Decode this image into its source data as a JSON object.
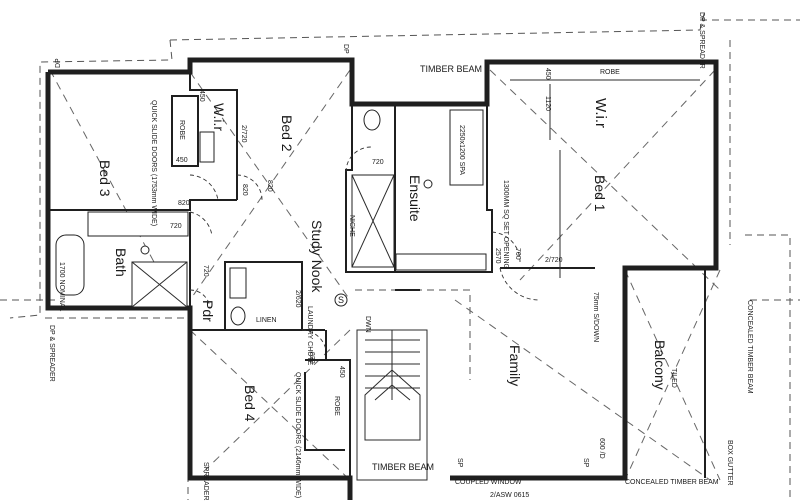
{
  "rooms": {
    "bed3": "Bed 3",
    "bed2": "Bed 2",
    "wir_small": "W.i.r",
    "bath": "Bath",
    "ensuite": "Ensuite",
    "bed1": "Bed 1",
    "wir_large": "W.i.r",
    "study_nook": "Study Nook",
    "pdr": "Pdr",
    "bed4": "Bed 4",
    "family": "Family",
    "balcony": "Balcony",
    "tiled": "TILED"
  },
  "labels": {
    "timber_beam_top": "TIMBER BEAM",
    "timber_beam_bottom": "TIMBER BEAM",
    "robe_top": "ROBE",
    "robe_bed3": "ROBE",
    "robe_bed4": "ROBE",
    "quick_slide_bed3": "QUICK SLIDE DOORS (1753mm WIDE)",
    "quick_slide_bed4": "QUICK SLIDE DOORS (2146mm WIDE)",
    "spa": "2250x1200 SPA",
    "set_opening": "1300MM SQ SET OPENING",
    "niche": "NICHE",
    "bath_dim": "1700 NOMINAL",
    "linen": "LINEN",
    "laundry_chute": "LAUNDRY CHUTE",
    "smoke": "S",
    "dwn": "DWN",
    "down": "75mm S/DOWN",
    "concealed_timber_beam_right": "CONCEALED TIMBER BEAM",
    "concealed_timber_beam_bottom": "CONCEALED TIMBER BEAM",
    "coupled_window": "COUPLED WINDOW",
    "box_gutter": "BOX GUTTER",
    "dp_spreader_top_left": "DP",
    "dp_spreader_top_right": "DP & SPREADER",
    "dp_spreader_left": "DP & SPREADER",
    "dp_spreader_bottom_left": "SPREADER",
    "dp_bed2": "DP",
    "sp1": "SP",
    "sp2": "SP",
    "bottom_window": "2/ASW 0615"
  },
  "dims": {
    "d450_a": "450",
    "d450_b": "450",
    "d450_c": "450",
    "d450_bed4": "450",
    "d720_a": "2/720",
    "d720_b": "720",
    "d720_c": "720",
    "d720_d": "720",
    "d720_e": "2/720",
    "d820_a": "820",
    "d820_b": "820",
    "d820_c": "820",
    "d820_d": "820",
    "d1120": "1120",
    "d2/620": "2/620",
    "d700": "700",
    "d250": "2570",
    "d600": "600 /D"
  }
}
